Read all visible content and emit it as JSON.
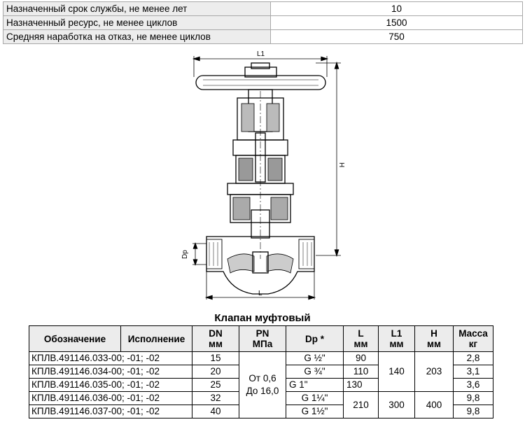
{
  "specs": [
    {
      "label": "Назначенный срок службы, не менее лет",
      "value": "10"
    },
    {
      "label": "Назначенный ресурс, не менее циклов",
      "value": "1500"
    },
    {
      "label": "Средняя наработка на отказ, не менее циклов",
      "value": "750"
    }
  ],
  "drawing": {
    "dim_L1": "L1",
    "dim_H": "H",
    "dim_Dp": "Dp",
    "dim_L": "L"
  },
  "caption": "Клапан муфтовый",
  "table": {
    "headers": {
      "designation": "Обозначение",
      "version": "Исполнение",
      "dn": "DN",
      "dn_unit": "мм",
      "pn": "PN",
      "pn_unit": "МПа",
      "dp": "Dp *",
      "l": "L",
      "l_unit": "мм",
      "l1": "L1",
      "l1_unit": "мм",
      "h": "H",
      "h_unit": "мм",
      "mass": "Масса",
      "mass_unit": "кг"
    },
    "pn_range_1": "От 0,6",
    "pn_range_2": "До 16,0",
    "groups": [
      {
        "l1": "140",
        "h": "203"
      },
      {
        "l": "210",
        "l1": "300",
        "h": "400"
      }
    ],
    "rows": [
      {
        "designation": "КПЛВ.491146.033-00; -01; -02",
        "dn": "15",
        "dp": "G ½\"",
        "l": "90",
        "mass": "2,8"
      },
      {
        "designation": "КПЛВ.491146.034-00; -01; -02",
        "dn": "20",
        "dp": "G ¾\"",
        "l": "110",
        "mass": "3,1"
      },
      {
        "designation": "КПЛВ.491146.035-00; -01; -02",
        "dn": "25",
        "dp": "G 1\"",
        "l": "130",
        "mass": "3,6"
      },
      {
        "designation": "КПЛВ.491146.036-00; -01; -02",
        "dn": "32",
        "dp": "G 1¼\"",
        "mass": "9,8"
      },
      {
        "designation": "КПЛВ.491146.037-00; -01; -02",
        "dn": "40",
        "dp": "G 1½\"",
        "mass": "9,8"
      }
    ]
  }
}
